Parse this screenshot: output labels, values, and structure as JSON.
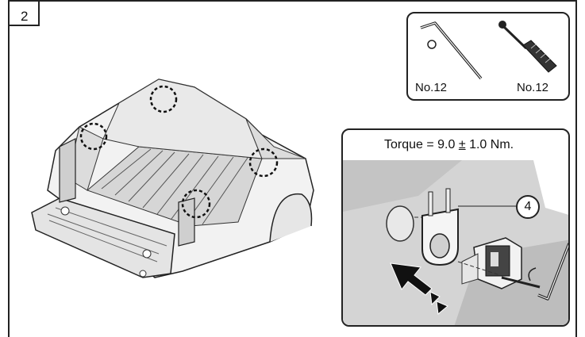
{
  "step": {
    "number": "2"
  },
  "tools": [
    {
      "icon": "hex-key-icon",
      "label": "No.12"
    },
    {
      "icon": "screwdriver-icon",
      "label": "No.12"
    }
  ],
  "detail": {
    "torque_prefix": "Torque = 9.0 ",
    "torque_pm": "±",
    "torque_suffix": " 1.0 Nm.",
    "callout": "4"
  }
}
